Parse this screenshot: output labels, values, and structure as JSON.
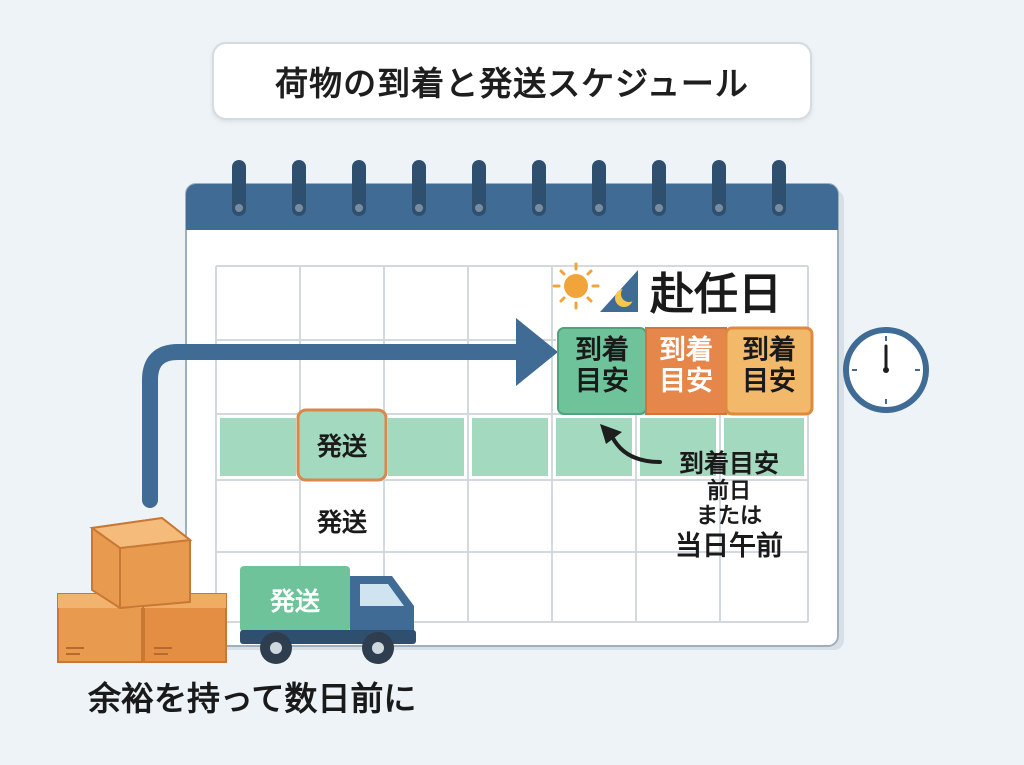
{
  "title": "荷物の到着と発送スケジュール",
  "departure_day": "赴任日",
  "arrival_cells": [
    {
      "line1": "到着",
      "line2": "目安"
    },
    {
      "line1": "到着",
      "line2": "目安"
    },
    {
      "line1": "到着",
      "line2": "目安"
    }
  ],
  "ship_cell": "発送",
  "ship_label": "発送",
  "truck_label": "発送",
  "note": {
    "line1": "到着目安",
    "line2": "前日",
    "line3": "または",
    "line4": "当日午前"
  },
  "footer": "余裕を持って数日前に",
  "colors": {
    "calendar_header": "#3f6b94",
    "grid_line": "#d3d9dd",
    "highlight_row": "#9fd6bb",
    "arrival_green": "#6ec39a",
    "arrival_orange_1": "#e5874a",
    "arrival_orange_2": "#f0b466",
    "ship_border": "#d9874a",
    "box": "#e89a4e",
    "truck": "#3f6b94"
  },
  "icons": [
    "sun-icon",
    "moon-icon",
    "clock-icon",
    "arrow-icon",
    "curved-arrow-icon",
    "boxes-icon",
    "truck-icon"
  ]
}
